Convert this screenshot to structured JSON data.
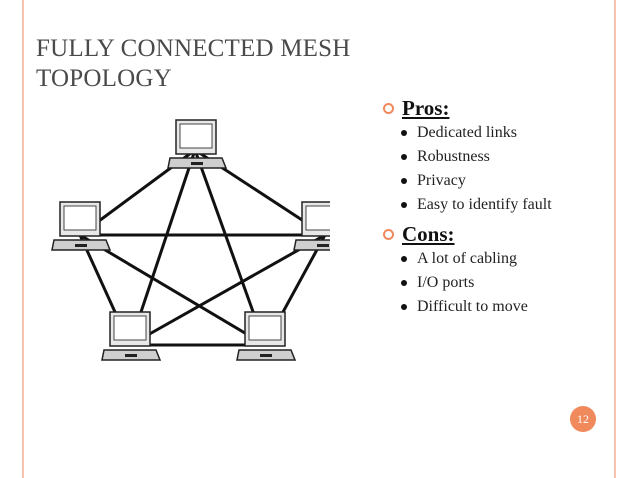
{
  "slide": {
    "title": "FULLY CONNECTED MESH TOPOLOGY",
    "page_number": "12"
  },
  "diagram": {
    "nodes": [
      "laptop-icon",
      "laptop-icon",
      "laptop-icon",
      "laptop-icon",
      "laptop-icon"
    ],
    "links": "fully-connected"
  },
  "pros": {
    "heading": "Pros:",
    "items": [
      "Dedicated links",
      "Robustness",
      "Privacy",
      "Easy to identify fault"
    ]
  },
  "cons": {
    "heading": "Cons:",
    "items": [
      "A lot of cabling",
      "I/O ports",
      "Difficult to move"
    ]
  },
  "colors": {
    "accent": "#f08a5d",
    "border": "#f6c4b0"
  }
}
